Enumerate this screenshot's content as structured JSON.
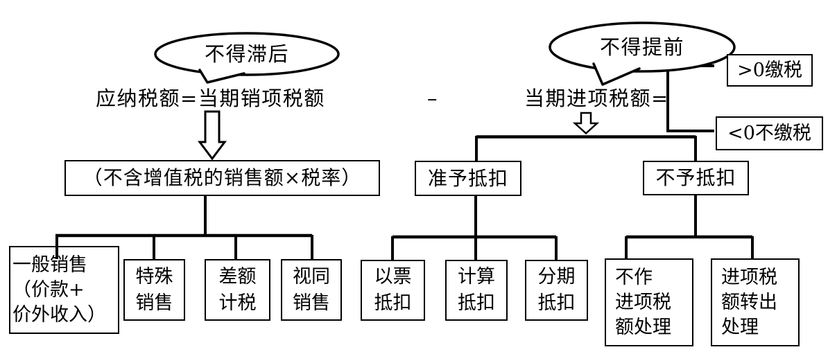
{
  "figure": {
    "bubble_left": "不得滞后",
    "bubble_right": "不得提前",
    "formula_left": "应纳税额=当期销项税额",
    "operator_minus": "–",
    "formula_right": "当期进项税额=",
    "result_positive": ">0缴税",
    "result_negative": "<0不缴税",
    "sales_formula": "（不含增值税的销售额×税率）",
    "credit_allowed": "准予抵扣",
    "credit_denied": "不予抵扣",
    "general_sales": "一般销售\n（价款+\n价外收入）",
    "special_sales": "特殊\n销售",
    "difference_tax": "差额\n计税",
    "deemed_sales": "视同\n销售",
    "invoice_credit": "以票\n抵扣",
    "calculated_credit": "计算\n抵扣",
    "installment_credit": "分期\n抵扣",
    "no_input_treatment": "不作\n进项税\n额处理",
    "input_transfer_out": "进项税\n额转出\n处理"
  },
  "colors": {
    "ink": "#000000",
    "background": "#ffffff"
  }
}
